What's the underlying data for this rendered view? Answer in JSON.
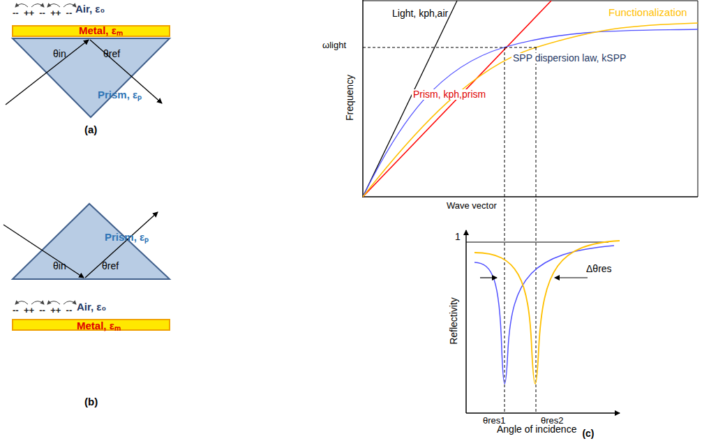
{
  "diagram": {
    "labels": [
      "Air, ε₀",
      "--  ++  --  ++  --",
      "Metal, εₘ",
      "θin",
      "θref",
      "Prism, εₚ",
      "(a)",
      "Prism, εₚ",
      "θin",
      "θref",
      "--  ++  --  ++  --",
      "Air, ε₀",
      "Metal, εₘ",
      "(b)",
      "ωlight",
      "Light, kph,air",
      "Functionalization",
      "SPP dispersion law, kSPP",
      "Prism, kph,prism",
      "Frequency",
      "Wave vector",
      "1",
      "Reflectivity",
      "Δθres",
      "θres1",
      "θres2",
      "Angle of incidence",
      "(c)"
    ]
  }
}
